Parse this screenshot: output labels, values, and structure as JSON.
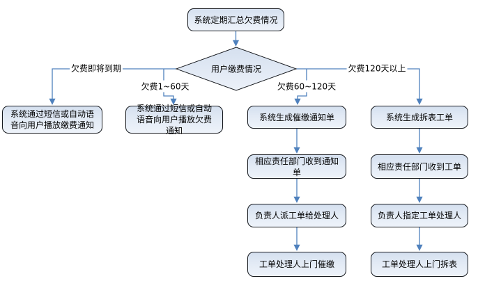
{
  "flowchart": {
    "start": "系统定期汇总欠费情况",
    "decision": "用户缴费情况",
    "branches": [
      {
        "condition": "欠费即将到期",
        "steps": [
          "系统通过短信或自动语音向用户播放缴费通知"
        ]
      },
      {
        "condition": "欠费1~60天",
        "steps": [
          "系统通过短信或自动语音向用户播放欠费通知"
        ]
      },
      {
        "condition": "欠费60~120天",
        "steps": [
          "系统生成催缴通知单",
          "相应责任部门收到通知单",
          "负责人派工单给处理人",
          "工单处理人上门催缴"
        ]
      },
      {
        "condition": "欠费120天以上",
        "steps": [
          "系统生成拆表工单",
          "相应责任部门收到工单",
          "负责人指定工单处理人",
          "工单处理人上门拆表"
        ]
      }
    ],
    "colors": {
      "node_fill": "#dce6f3",
      "node_border": "#15181d",
      "connector": "#4f81bd",
      "background": "#ffffff",
      "text": "#000000"
    }
  }
}
